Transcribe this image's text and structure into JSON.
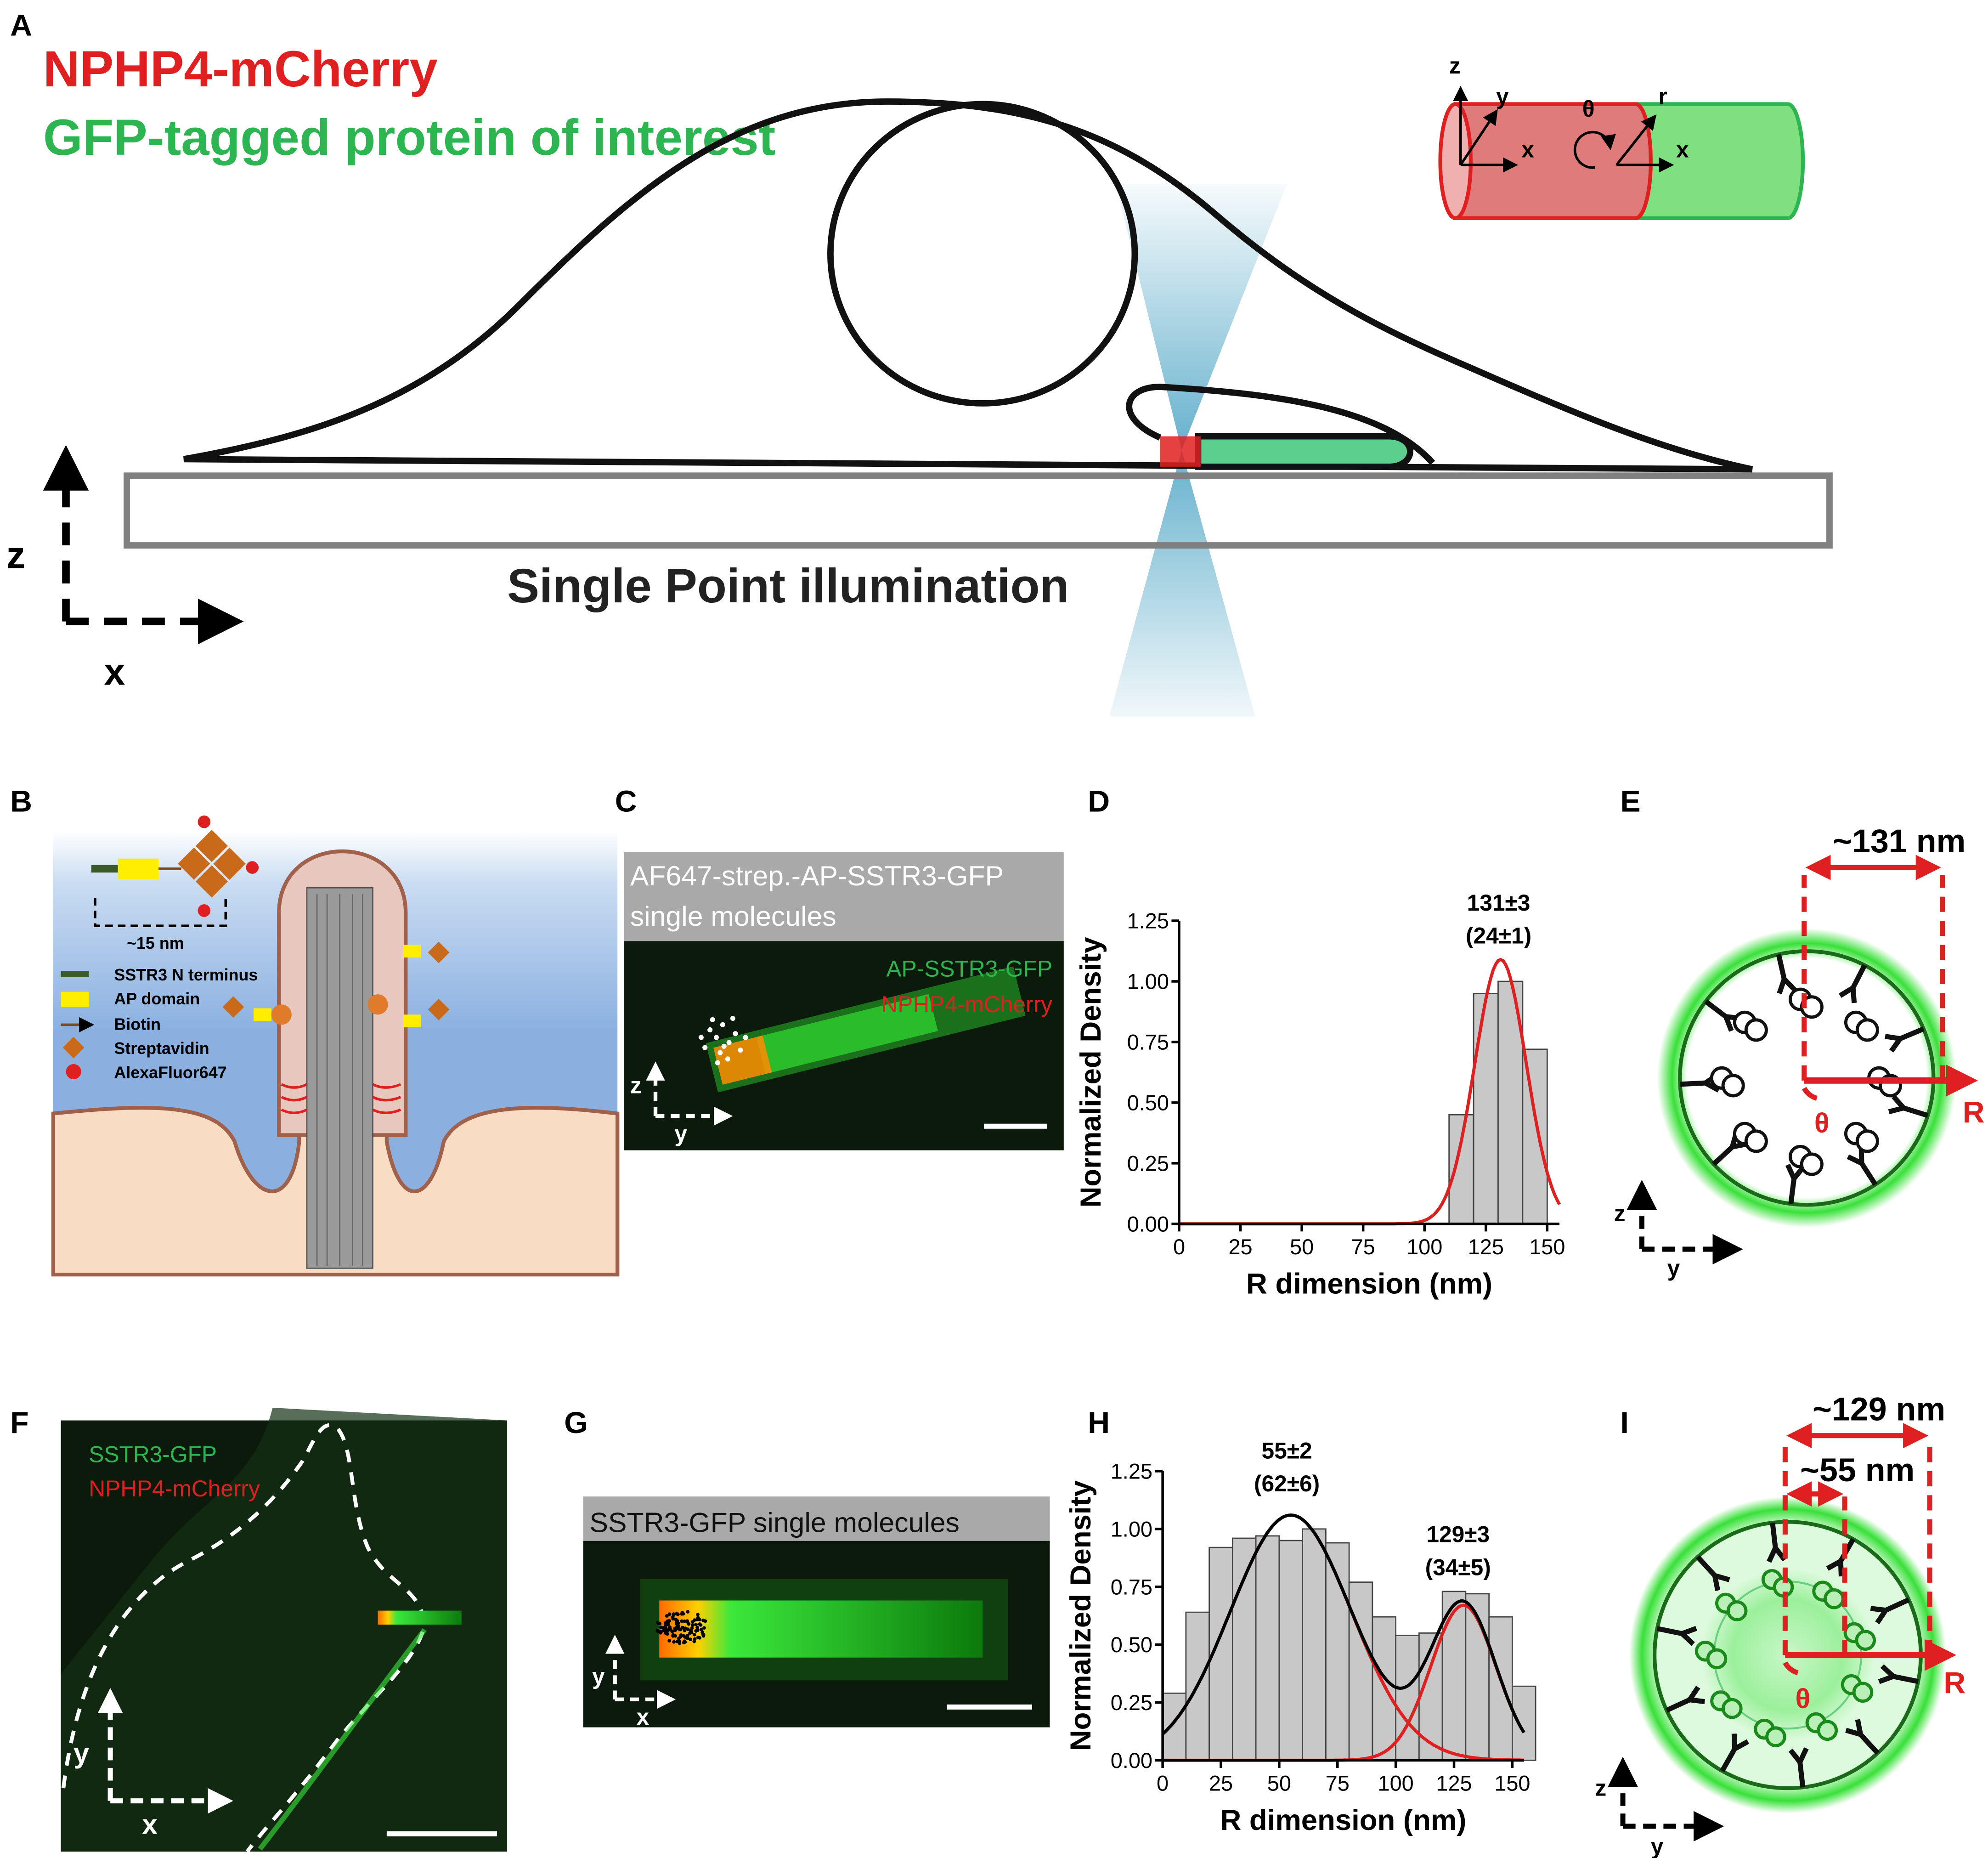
{
  "colors": {
    "red": "#e02020",
    "green": "#2db552",
    "light_green": "#7fe07f",
    "cilium_pink": "#e07b7b",
    "beam_blue": "#4aa3c4",
    "gray_bar": "#c8c8c8",
    "fit_red": "#e02020",
    "fit_black": "#000000",
    "microscopy_bg": "#0b1a0b",
    "caption_bar": "#a9a9a9"
  },
  "panelA": {
    "label": "A",
    "title_red": "NPHP4-mCherry",
    "title_green": "GFP-tagged protein of interest",
    "caption": "Single Point illumination",
    "axis_z": "z",
    "axis_x": "x",
    "inset": {
      "z": "z",
      "y": "y",
      "x": "x",
      "theta": "θ",
      "r": "r",
      "x2": "x"
    }
  },
  "panelB": {
    "label": "B",
    "distance": "~15 nm",
    "legend": [
      {
        "label": "SSTR3 N terminus",
        "icon": "dark-green-bar"
      },
      {
        "label": "AP domain",
        "icon": "yellow-rect"
      },
      {
        "label": "Biotin",
        "icon": "brown-arrow"
      },
      {
        "label": "Streptavidin",
        "icon": "orange-diamond"
      },
      {
        "label": "AlexaFluor647",
        "icon": "red-dot"
      }
    ]
  },
  "panelC": {
    "label": "C",
    "caption_line1": "AF647-strep.-AP-SSTR3-GFP",
    "caption_line2": "single molecules",
    "legend_green": "AP-SSTR3-GFP",
    "legend_red": "NPHP4-mCherry",
    "axis_z": "z",
    "axis_y": "y"
  },
  "panelD": {
    "label": "D",
    "annotation_line1": "131±3",
    "annotation_line2": "(24±1)"
  },
  "panelE": {
    "label": "E",
    "distance": "~131 nm",
    "R": "R",
    "theta": "θ",
    "axis_z": "z",
    "axis_y": "y"
  },
  "panelF": {
    "label": "F",
    "legend_green": "SSTR3-GFP",
    "legend_red": "NPHP4-mCherry",
    "axis_y": "y",
    "axis_x": "x"
  },
  "panelG": {
    "label": "G",
    "caption": "SSTR3-GFP single molecules",
    "axis_y": "y",
    "axis_x": "x"
  },
  "panelH": {
    "label": "H",
    "annotation1_line1": "55±2",
    "annotation1_line2": "(62±6)",
    "annotation2_line1": "129±3",
    "annotation2_line2": "(34±5)"
  },
  "panelI": {
    "label": "I",
    "distance_outer": "~129 nm",
    "distance_inner": "~55 nm",
    "R": "R",
    "theta": "θ",
    "axis_z": "z",
    "axis_y": "y"
  },
  "chart_data": [
    {
      "type": "bar",
      "panel": "D",
      "xlabel": "R dimension (nm)",
      "ylabel": "Normalized Density",
      "xlim": [
        0,
        155
      ],
      "ylim": [
        0,
        1.25
      ],
      "xticks": [
        0,
        25,
        50,
        75,
        100,
        125,
        150
      ],
      "yticks": [
        0.0,
        0.25,
        0.5,
        0.75,
        1.0,
        1.25
      ],
      "bin_width": 10,
      "bins": [
        {
          "x": 115,
          "value": 0.45
        },
        {
          "x": 125,
          "value": 0.95
        },
        {
          "x": 135,
          "value": 1.0
        },
        {
          "x": 145,
          "value": 0.72
        }
      ],
      "fits": [
        {
          "color": "red",
          "components": [
            {
              "mu": 131,
              "sigma": 10.5,
              "amp": 1.09
            }
          ]
        }
      ]
    },
    {
      "type": "bar",
      "panel": "H",
      "xlabel": "R dimension (nm)",
      "ylabel": "Normalized Density",
      "xlim": [
        0,
        155
      ],
      "ylim": [
        0,
        1.25
      ],
      "xticks": [
        0,
        25,
        50,
        75,
        100,
        125,
        150
      ],
      "yticks": [
        0.0,
        0.25,
        0.5,
        0.75,
        1.0,
        1.25
      ],
      "bin_width": 10,
      "bins": [
        {
          "x": 5,
          "value": 0.29
        },
        {
          "x": 15,
          "value": 0.64
        },
        {
          "x": 25,
          "value": 0.92
        },
        {
          "x": 35,
          "value": 0.96
        },
        {
          "x": 45,
          "value": 0.97
        },
        {
          "x": 55,
          "value": 0.95
        },
        {
          "x": 65,
          "value": 1.0
        },
        {
          "x": 75,
          "value": 0.94
        },
        {
          "x": 85,
          "value": 0.77
        },
        {
          "x": 95,
          "value": 0.62
        },
        {
          "x": 105,
          "value": 0.54
        },
        {
          "x": 115,
          "value": 0.55
        },
        {
          "x": 125,
          "value": 0.73
        },
        {
          "x": 135,
          "value": 0.72
        },
        {
          "x": 145,
          "value": 0.62
        },
        {
          "x": 155,
          "value": 0.32
        }
      ],
      "fits": [
        {
          "color": "red",
          "components": [
            {
              "mu": 55,
              "sigma": 26,
              "amp": 1.06
            }
          ]
        },
        {
          "color": "red",
          "components": [
            {
              "mu": 129,
              "sigma": 14,
              "amp": 0.67
            }
          ]
        },
        {
          "color": "black",
          "components": [
            {
              "mu": 55,
              "sigma": 26,
              "amp": 1.06
            },
            {
              "mu": 129,
              "sigma": 14,
              "amp": 0.67
            }
          ]
        }
      ]
    }
  ]
}
